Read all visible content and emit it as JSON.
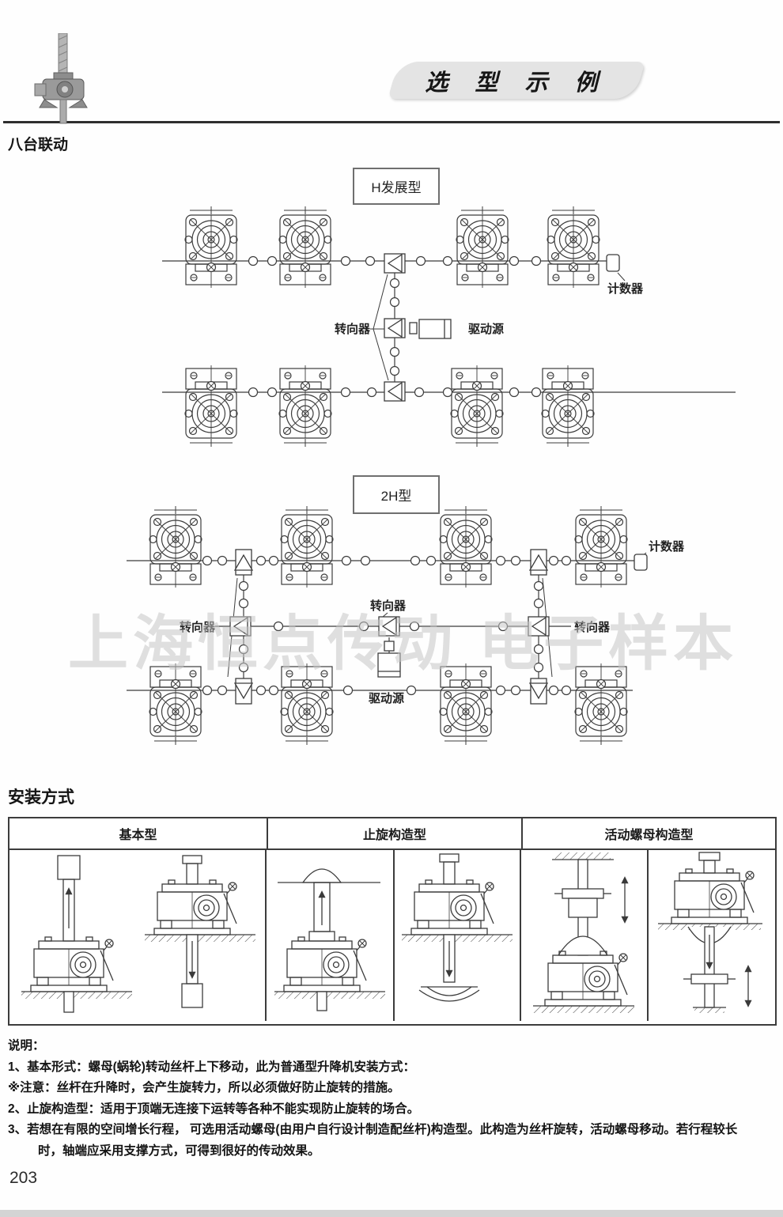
{
  "header": {
    "banner_title": "选 型 示 例"
  },
  "section_linkage": {
    "title": "八台联动",
    "h_type": {
      "label": "H发展型",
      "counter_label": "计数器",
      "diverter_label": "转向器",
      "drive_label": "驱动源"
    },
    "h2_type": {
      "label": "2H型",
      "counter_label": "计数器",
      "diverter_left_label": "转向器",
      "diverter_center_label": "转向器",
      "diverter_right_label": "转向器",
      "drive_label": "驱动源"
    }
  },
  "watermark": "上海恒点传动 电子样本",
  "section_install": {
    "title": "安装方式",
    "columns": [
      "基本型",
      "止旋构造型",
      "活动螺母构造型"
    ]
  },
  "notes": {
    "title": "说明：",
    "line1": "1、基本形式：螺母(蜗轮)转动丝杆上下移动，此为普通型升降机安装方式：",
    "line2": "※注意：丝杆在升降时，会产生旋转力，所以必须做好防止旋转的措施。",
    "line3": "2、止旋构造型：适用于顶端无连接下运转等各种不能实现防止旋转的场合。",
    "line4": "3、若想在有限的空间增长行程， 可选用活动螺母(由用户自行设计制造配丝杆)构造型。此构造为丝杆旋转，活动螺母移动。若行程较长",
    "line5": "时，轴端应采用支撑方式，可得到很好的传动效果。"
  },
  "page_number": "203"
}
